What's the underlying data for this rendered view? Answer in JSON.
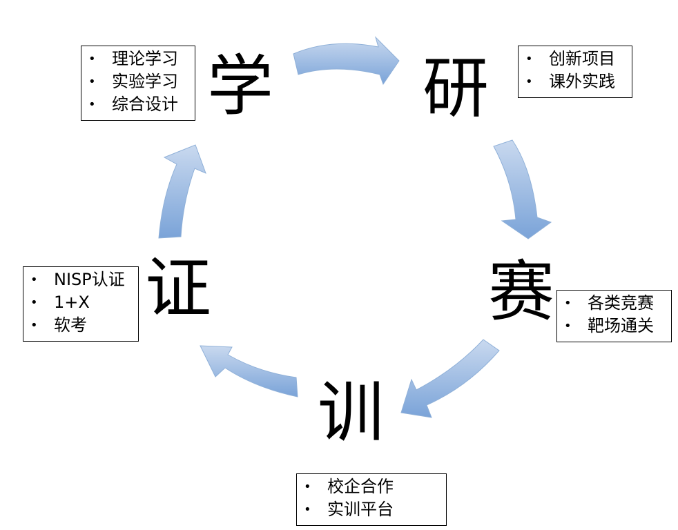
{
  "nodes": {
    "xue": {
      "char": "学",
      "items": [
        "理论学习",
        "实验学习",
        "综合设计"
      ]
    },
    "yan": {
      "char": "研",
      "items": [
        "创新项目",
        "课外实践"
      ]
    },
    "sai": {
      "char": "赛",
      "items": [
        "各类竞赛",
        "靶场通关"
      ]
    },
    "xun": {
      "char": "训",
      "items": [
        "校企合作",
        "实训平台"
      ]
    },
    "zheng": {
      "char": "证",
      "items": [
        "NISP认证",
        "1+X",
        "软考"
      ]
    }
  },
  "bullet": "•",
  "colors": {
    "arrow_light": "#c9d9ef",
    "arrow_dark": "#7aa3d8",
    "arrow_stroke": "#8fb0d8",
    "box_border": "#000000"
  }
}
